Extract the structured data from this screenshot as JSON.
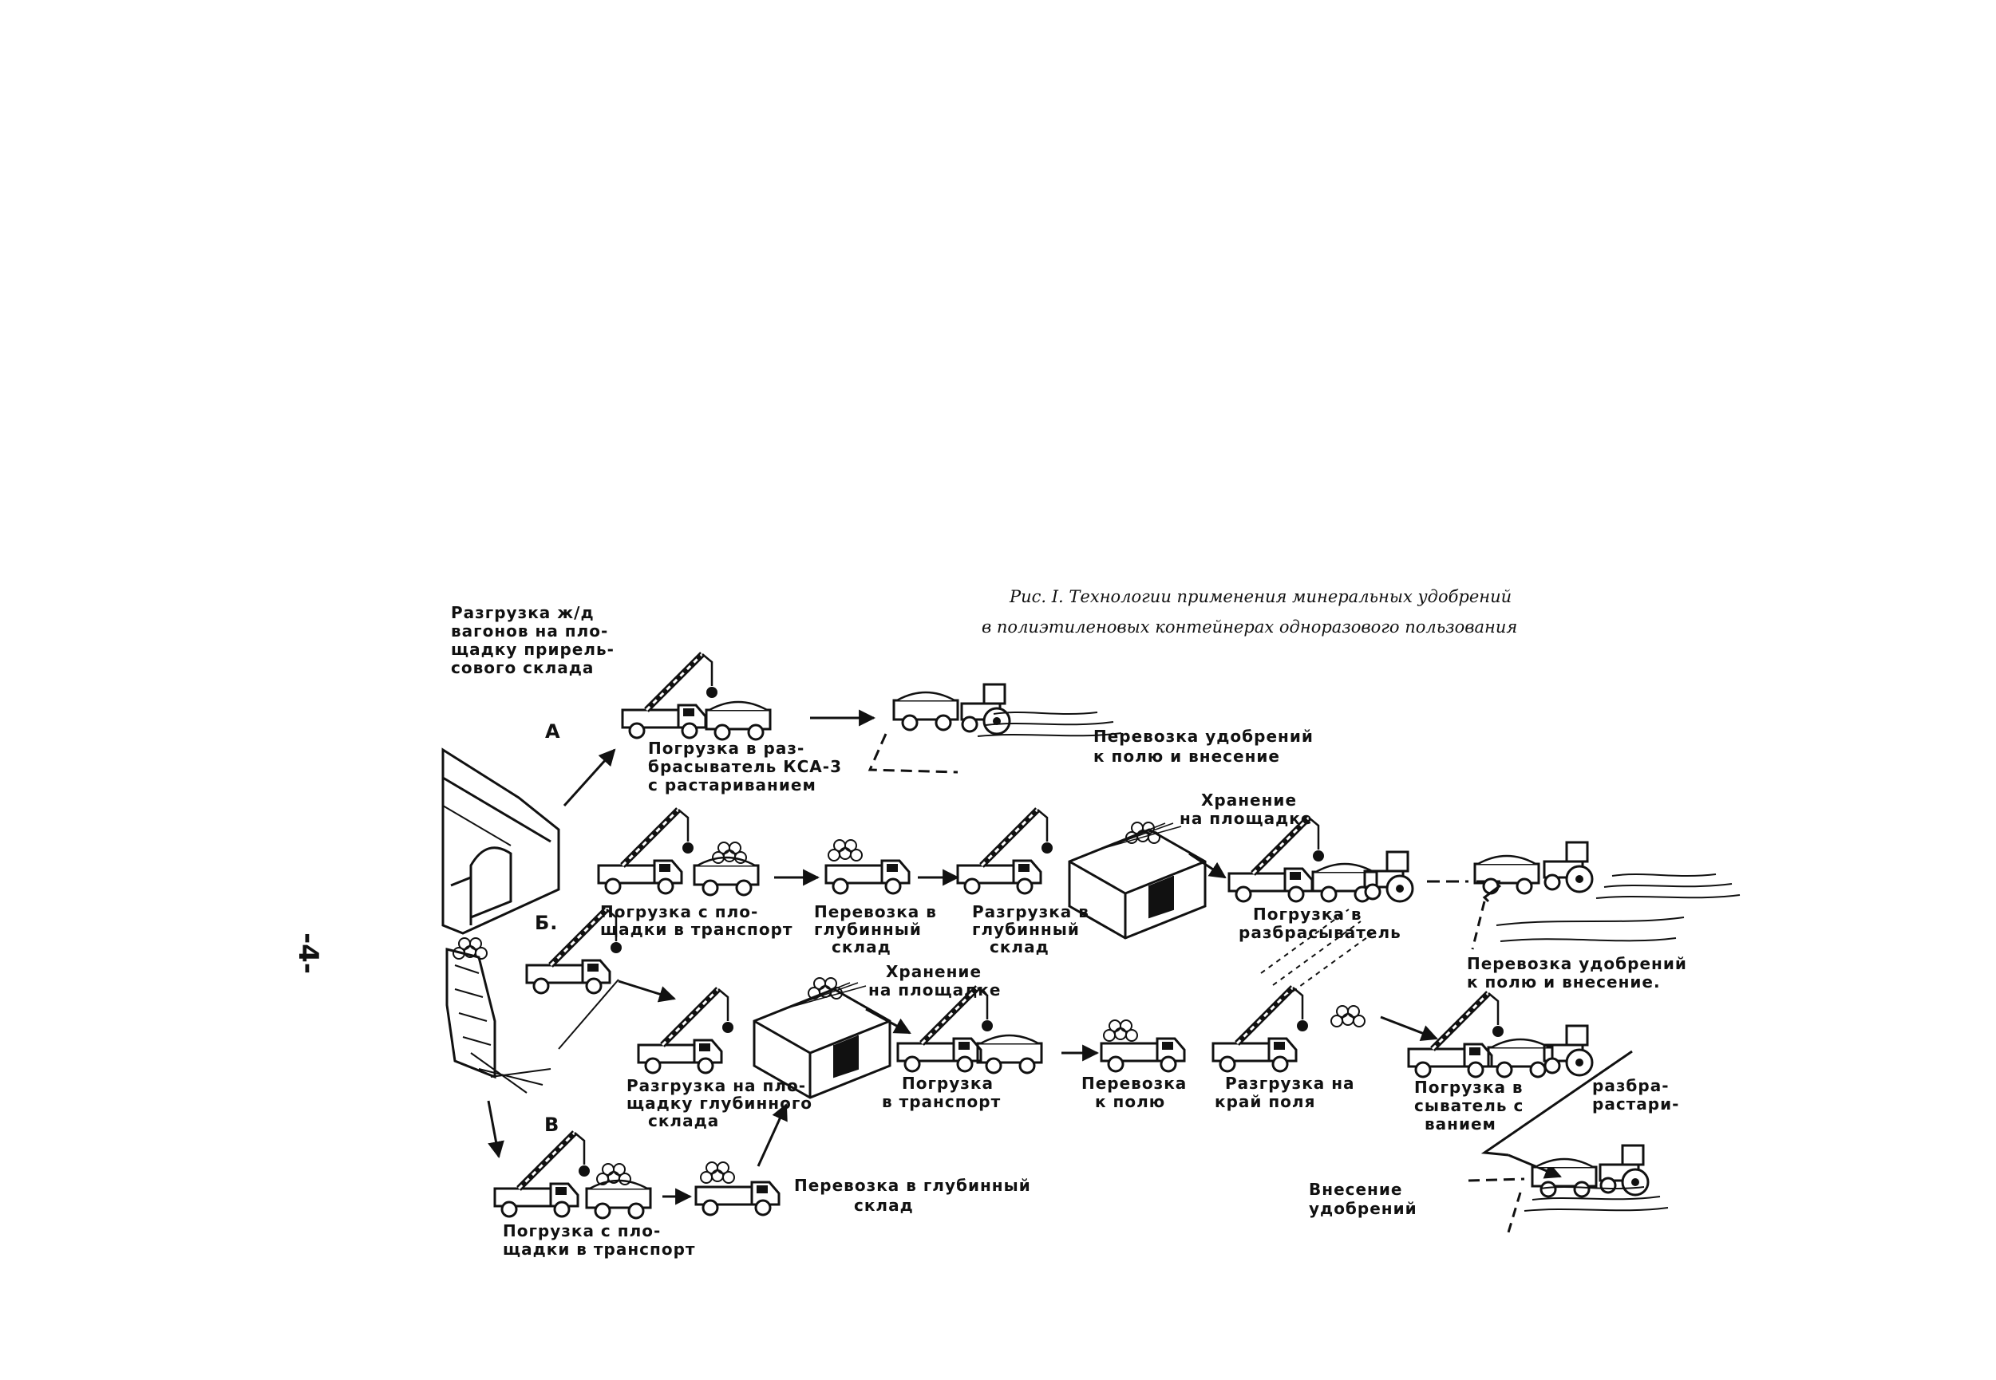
{
  "caption": {
    "line1": "Рис. I. Технологии применения минеральных удобрений",
    "line2": "в полиэтиленовых контейнерах одноразового пользования"
  },
  "page_number": "-4-",
  "scheme_markers": {
    "a": "А",
    "b": "Б.",
    "v": "В"
  },
  "labels": {
    "unload_wagons": [
      "Разгрузка ж/д",
      "вагонов на пло-",
      "щадку прирель-",
      "сового склада"
    ],
    "a_load_spreader": [
      "Погрузка в раз-",
      "брасыватель КСА-3",
      "с растариванием"
    ],
    "a_transport_field": [
      "Перевозка удобрений",
      "к полю и внесение"
    ],
    "storage_site_top": [
      "Хранение",
      "на площадке"
    ],
    "b_load_site": [
      "Погрузка с пло-",
      "щадки в транспорт"
    ],
    "b_transport_store": [
      "Перевозка в",
      "глубинный",
      "склад"
    ],
    "b_unload_store": [
      "Разгрузка в",
      "глубинный",
      "склад"
    ],
    "b_load_spreader": [
      "Погрузка в",
      "разбрасыватель"
    ],
    "b_transport_field": [
      "Перевозка удобрений",
      "к полю и внесение."
    ],
    "storage_site_mid": [
      "Хранение",
      "на площадке"
    ],
    "v_unload_site": [
      "Разгрузка на пло-",
      "щадку глубинного",
      "склада"
    ],
    "v_load_transport": [
      "Погрузка",
      "в транспорт"
    ],
    "v_transport_field": [
      "Перевозка",
      "к полю"
    ],
    "v_unload_edge": [
      "Разгрузка на",
      "край поля"
    ],
    "v_load_spreader": [
      "Погрузка в",
      "сыватель с",
      "ванием"
    ],
    "v_spreader_suffix": [
      "разбра-",
      "растари-"
    ],
    "v_apply": [
      "Внесение",
      "удобрений"
    ],
    "v_load_bottom": [
      "Погрузка с пло-",
      "щадки в транспорт"
    ],
    "v_transport_store": [
      "Перевозка в глубинный",
      "склад"
    ]
  }
}
